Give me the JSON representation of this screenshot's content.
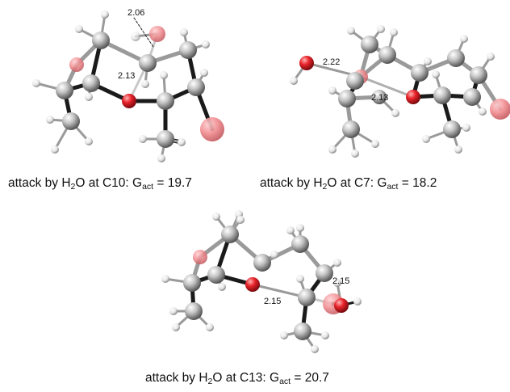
{
  "panels": [
    {
      "id": "c10",
      "caption": {
        "prefix": "attack by H",
        "sub1": "2",
        "mid": "O at C10: G",
        "sub2": "act",
        "suffix": " = 19.7"
      },
      "distances": [
        "2.06",
        "2.13"
      ]
    },
    {
      "id": "c7",
      "caption": {
        "prefix": "attack by H",
        "sub1": "2",
        "mid": "O at C7: G",
        "sub2": "act",
        "suffix": " = 18.2"
      },
      "distances": [
        "2.22",
        "2.13"
      ]
    },
    {
      "id": "c13",
      "caption": {
        "prefix": "attack by H",
        "sub1": "2",
        "mid": "O at C13: G",
        "sub2": "act",
        "suffix": " = 20.7"
      },
      "distances": [
        "2.15",
        "2.15"
      ]
    }
  ],
  "colors": {
    "carbon": "#b9b9b9",
    "oxygen": "#e8232a",
    "oxygen_transparent": "#f08a8e",
    "hydrogen": "#f2f2f2",
    "bond_dark": "#1a1a1a",
    "bond_light": "#9a9a9a"
  }
}
